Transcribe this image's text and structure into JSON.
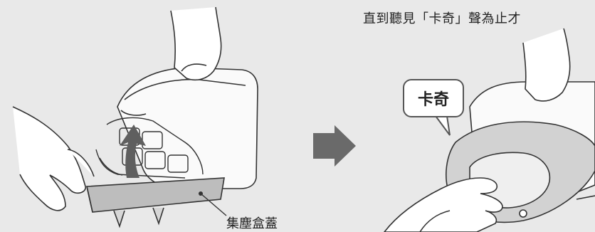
{
  "caption": "直到聽見「卡奇」聲為止才",
  "left_step": {
    "part_label": "集塵盒蓋"
  },
  "right_step": {
    "callout_text": "卡奇"
  },
  "icons": {
    "arrow": "right-arrow-icon",
    "rotate": "curved-up-arrow-icon"
  }
}
